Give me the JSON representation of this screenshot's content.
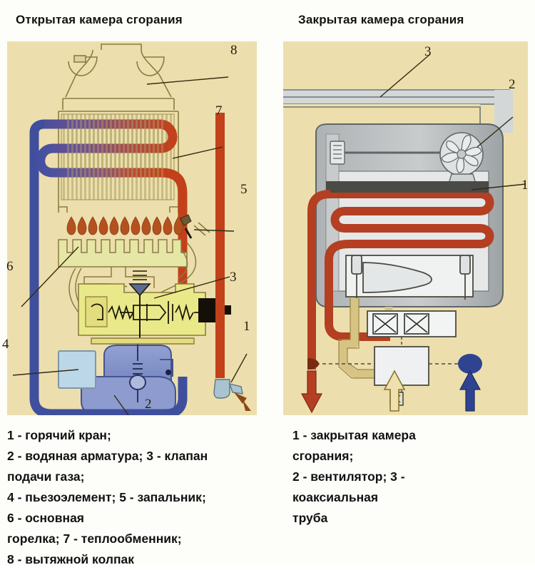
{
  "titles": {
    "left": "Открытая камера сгорания",
    "right": "Закрытая камера сгорания"
  },
  "captions": {
    "left": "1 - горячий кран;\n2 - водяная арматура; 3 - клапан\nподачи газа;\n4 - пьезоэлемент; 5 - запальник;\n6 - основная\nгорелка; 7 - теплообменник;\n8 - вытяжной колпак",
    "right": "1 - закрытая камера\nсгорания;\n2 - вентилятор; 3 -\nкоаксиальная\nтруба"
  },
  "legend_left": [
    {
      "num": "1",
      "label": "горячий кран"
    },
    {
      "num": "2",
      "label": "водяная арматура"
    },
    {
      "num": "3",
      "label": "клапан подачи газа"
    },
    {
      "num": "4",
      "label": "пьезоэлемент"
    },
    {
      "num": "5",
      "label": "запальник"
    },
    {
      "num": "6",
      "label": "основная горелка"
    },
    {
      "num": "7",
      "label": "теплообменник"
    },
    {
      "num": "8",
      "label": "вытяжной колпак"
    }
  ],
  "legend_right": [
    {
      "num": "1",
      "label": "закрытая камера сгорания"
    },
    {
      "num": "2",
      "label": "вентилятор"
    },
    {
      "num": "3",
      "label": "коаксиальная труба"
    }
  ],
  "callouts_left": [
    {
      "id": "8",
      "text": "8"
    },
    {
      "id": "7",
      "text": "7"
    },
    {
      "id": "5",
      "text": "5"
    },
    {
      "id": "6",
      "text": "6"
    },
    {
      "id": "3",
      "text": "3"
    },
    {
      "id": "4",
      "text": "4"
    },
    {
      "id": "1",
      "text": "1"
    },
    {
      "id": "2",
      "text": "2"
    }
  ],
  "callouts_right": [
    {
      "id": "3",
      "text": "3"
    },
    {
      "id": "2",
      "text": "2"
    },
    {
      "id": "1",
      "text": "1"
    }
  ],
  "colors": {
    "panel_background": "#ecdfad",
    "page_background": "#fdfdfa",
    "hot_red": "#c2411b",
    "cold_blue": "#3f4f9e",
    "water_valve_blue": "#7f8ec6",
    "piezo_blue": "#bcd8e8",
    "gas_valve_yellow": "#eae98a",
    "burner_cream": "#e6e6a6",
    "solenoid_black": "#141008",
    "chamber_grey": "#b9bcbd",
    "chamber_light": "#e6e8e8",
    "flame_brown": "#b4521f",
    "outline_olive": "#7a6c33",
    "text_dark": "#15120e",
    "arrow_tan": "#efe0b0"
  },
  "flow_arrows_right": [
    {
      "name": "hot-water-out",
      "direction": "down",
      "color": "#c2411b"
    },
    {
      "name": "gas-in",
      "direction": "up",
      "color": "#efe0b0"
    },
    {
      "name": "cold-water-in",
      "direction": "up",
      "color": "#2f4491"
    }
  ],
  "burner_flame_count": 11,
  "heat_exchanger_passes": 3
}
